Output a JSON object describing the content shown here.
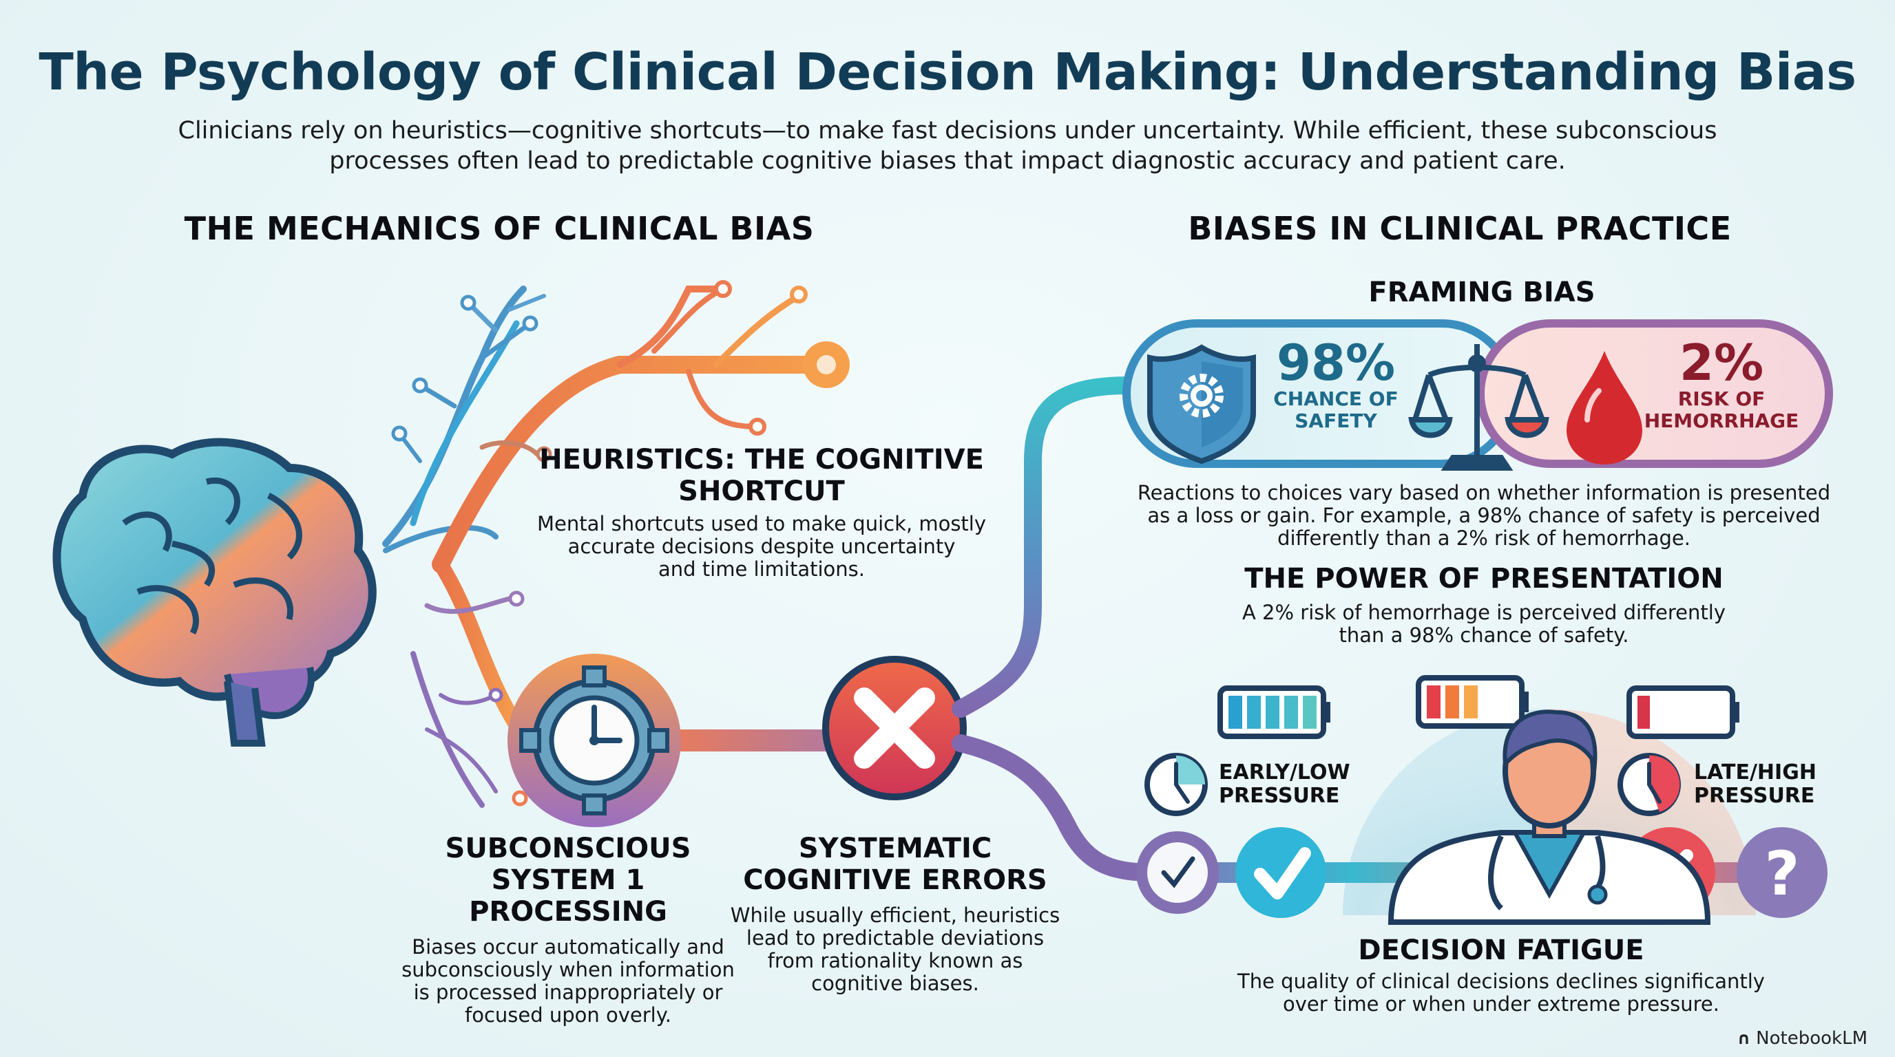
{
  "header": {
    "title": "The Psychology of Clinical Decision Making: Understanding Bias",
    "subtitle_line1": "Clinicians rely on heuristics—cognitive shortcuts—to make fast decisions under uncertainty. While efficient, these subconscious",
    "subtitle_line2": "processes often lead to predictable cognitive biases that impact diagnostic accuracy and patient care."
  },
  "left": {
    "section_title": "THE MECHANICS OF CLINICAL BIAS",
    "heuristics": {
      "title_line1": "HEURISTICS: THE COGNITIVE",
      "title_line2": "SHORTCUT",
      "desc_line1": "Mental shortcuts used to make quick, mostly",
      "desc_line2": "accurate decisions despite uncertainty",
      "desc_line3": "and time limitations."
    },
    "subconscious": {
      "title_line1": "SUBCONSCIOUS",
      "title_line2": "SYSTEM 1 PROCESSING",
      "desc_line1": "Biases occur automatically and",
      "desc_line2": "subconsciously when information",
      "desc_line3": "is processed inappropriately or",
      "desc_line4": "focused upon overly."
    },
    "systematic": {
      "title_line1": "SYSTEMATIC",
      "title_line2": "COGNITIVE ERRORS",
      "desc_line1": "While usually efficient, heuristics",
      "desc_line2": "lead to predictable deviations",
      "desc_line3": "from rationality known as",
      "desc_line4": "cognitive biases."
    },
    "icons": [
      "brain-icon",
      "gear-clock-icon",
      "error-x-icon"
    ]
  },
  "right": {
    "section_title": "BIASES IN CLINICAL PRACTICE",
    "framing": {
      "title": "FRAMING BIAS",
      "safety_value": "98%",
      "safety_label_line1": "CHANCE OF",
      "safety_label_line2": "SAFETY",
      "risk_value": "2%",
      "risk_label_line1": "RISK OF",
      "risk_label_line2": "HEMORRHAGE",
      "desc_line1": "Reactions to choices vary based on whether information is presented",
      "desc_line2": "as a loss or gain. For example, a 98% chance of safety is perceived",
      "desc_line3": "differently than a 2% risk of hemorrhage.",
      "colors": {
        "safety": "#1e6a8a",
        "risk": "#8a1c2c"
      }
    },
    "presentation": {
      "title": "THE POWER OF PRESENTATION",
      "desc_line1": "A 2% risk of hemorrhage is perceived differently",
      "desc_line2": "than a 98% chance of safety."
    },
    "fatigue": {
      "early_label_line1": "EARLY/LOW",
      "early_label_line2": "PRESSURE",
      "late_label_line1": "LATE/HIGH",
      "late_label_line2": "PRESSURE",
      "battery_levels": [
        {
          "name": "early",
          "bars_filled": 5,
          "bars_total": 5
        },
        {
          "name": "middle",
          "bars_filled": 3,
          "bars_total": 5
        },
        {
          "name": "late",
          "bars_filled": 1,
          "bars_total": 5
        }
      ],
      "timeline_icons": [
        "clock-check-icon",
        "checkmark-icon",
        "doctor-icon",
        "x-icon",
        "question-icon"
      ],
      "title": "DECISION FATIGUE",
      "desc_line1": "The quality of clinical decisions declines significantly",
      "desc_line2": "over time or when under extreme pressure."
    }
  },
  "brand": {
    "label": "NotebookLM"
  }
}
